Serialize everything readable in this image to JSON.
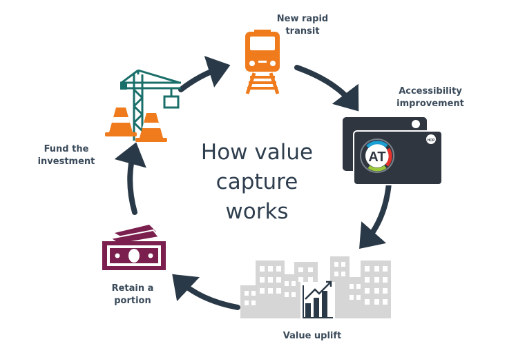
{
  "title": [
    "How value",
    "capture",
    "works"
  ],
  "steps": [
    {
      "id": "transit",
      "lines": [
        "New rapid",
        "transit"
      ],
      "icon": "train-icon"
    },
    {
      "id": "accessibility",
      "lines": [
        "Accessibility",
        "improvement"
      ],
      "icon": "transit-card-icon"
    },
    {
      "id": "uplift",
      "lines": [
        "Value uplift"
      ],
      "icon": "city-growth-icon"
    },
    {
      "id": "retain",
      "lines": [
        "Retain a",
        "portion"
      ],
      "icon": "money-icon"
    },
    {
      "id": "fund",
      "lines": [
        "Fund the",
        "investment"
      ],
      "icon": "construction-icon"
    }
  ],
  "card_logo": "AT",
  "card_badge": "HOP",
  "colors": {
    "arrow": "#2a3947",
    "train": "#ef7b1c",
    "card": "#2f3640",
    "buildings": "#d6d6d6",
    "money": "#7a1f4e",
    "crane": "#1a6f6a",
    "cone": "#ef7b1c",
    "text": "#3a4a5a"
  }
}
